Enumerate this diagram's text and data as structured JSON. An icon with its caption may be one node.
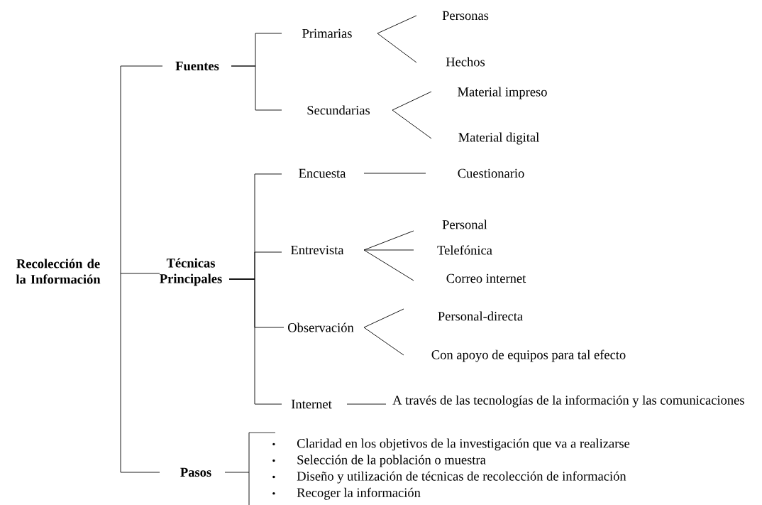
{
  "diagram": {
    "nodes": [
      {
        "text": [
          "Recolección de la Información"
        ]
      },
      {
        "text": [
          "Fuentes"
        ]
      },
      {
        "text": [
          "Técnicas Principales"
        ]
      },
      {
        "text": [
          "Pasos"
        ]
      },
      {
        "text": [
          "Primarias"
        ]
      },
      {
        "text": [
          "Secundarias"
        ]
      },
      {
        "text": [
          "Personas"
        ]
      },
      {
        "text": [
          "Hechos"
        ]
      },
      {
        "text": [
          "Material impreso"
        ]
      },
      {
        "text": [
          "Material digital"
        ]
      },
      {
        "text": [
          "Encuesta"
        ]
      },
      {
        "text": [
          "Entrevista"
        ]
      },
      {
        "text": [
          "Observación"
        ]
      },
      {
        "text": [
          "Internet"
        ]
      },
      {
        "text": [
          "Cuestionario"
        ]
      },
      {
        "text": [
          "Personal"
        ]
      },
      {
        "text": [
          "Telefónica"
        ]
      },
      {
        "text": [
          "Correo internet"
        ]
      },
      {
        "text": [
          "Personal-directa"
        ]
      },
      {
        "text": [
          "Con apoyo de equipos para tal efecto"
        ]
      },
      {
        "text": [
          "A través de las tecnologías de la información y las comunicaciones"
        ]
      },
      {
        "text": [
          "Claridad en los objetivos de la investigación que va a realizarse",
          "Selección de la población o muestra",
          "Diseño y utilización de técnicas de recolección de información",
          "Recoger la información"
        ]
      }
    ],
    "edges": [
      {
        "from": 0,
        "to": 1,
        "arrow": "none"
      },
      {
        "from": 0,
        "to": 2,
        "arrow": "none"
      },
      {
        "from": 0,
        "to": 3,
        "arrow": "none"
      },
      {
        "from": 1,
        "to": 4,
        "arrow": "none"
      },
      {
        "from": 1,
        "to": 5,
        "arrow": "none"
      },
      {
        "from": 4,
        "to": 6,
        "arrow": "none"
      },
      {
        "from": 4,
        "to": 7,
        "arrow": "none"
      },
      {
        "from": 5,
        "to": 8,
        "arrow": "none"
      },
      {
        "from": 5,
        "to": 9,
        "arrow": "none"
      },
      {
        "from": 2,
        "to": 10,
        "arrow": "none"
      },
      {
        "from": 2,
        "to": 11,
        "arrow": "none"
      },
      {
        "from": 2,
        "to": 12,
        "arrow": "none"
      },
      {
        "from": 2,
        "to": 13,
        "arrow": "none"
      },
      {
        "from": 10,
        "to": 14,
        "arrow": "none"
      },
      {
        "from": 11,
        "to": 15,
        "arrow": "none"
      },
      {
        "from": 11,
        "to": 16,
        "arrow": "none"
      },
      {
        "from": 11,
        "to": 17,
        "arrow": "none"
      },
      {
        "from": 12,
        "to": 18,
        "arrow": "none"
      },
      {
        "from": 12,
        "to": 19,
        "arrow": "none"
      },
      {
        "from": 13,
        "to": 20,
        "arrow": "none"
      },
      {
        "from": 3,
        "to": 21,
        "arrow": "none"
      }
    ]
  }
}
